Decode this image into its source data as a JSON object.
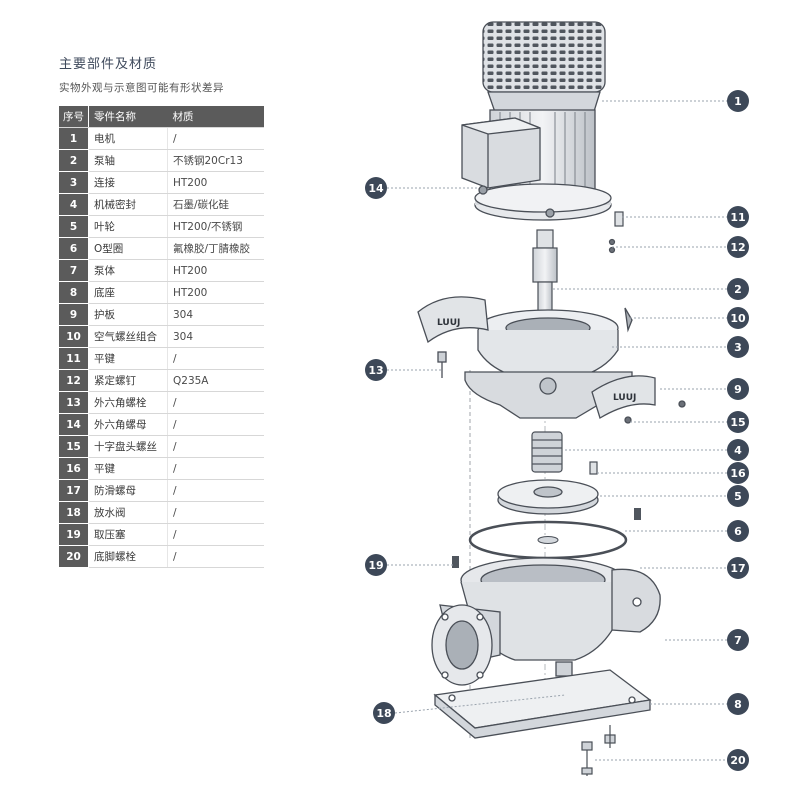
{
  "title": "主要部件及材质",
  "subtitle": "实物外观与示意图可能有形状差异",
  "table": {
    "headers": [
      "序号",
      "零件名称",
      "材质"
    ],
    "rows": [
      {
        "no": "1",
        "name": "电机",
        "material": "/"
      },
      {
        "no": "2",
        "name": "泵轴",
        "material": "不锈钢20Cr13"
      },
      {
        "no": "3",
        "name": "连接",
        "material": "HT200"
      },
      {
        "no": "4",
        "name": "机械密封",
        "material": "石墨/碳化硅"
      },
      {
        "no": "5",
        "name": "叶轮",
        "material": "HT200/不锈钢"
      },
      {
        "no": "6",
        "name": "O型圈",
        "material": "氟橡胶/丁腈橡胶"
      },
      {
        "no": "7",
        "name": "泵体",
        "material": "HT200"
      },
      {
        "no": "8",
        "name": "底座",
        "material": "HT200"
      },
      {
        "no": "9",
        "name": "护板",
        "material": "304"
      },
      {
        "no": "10",
        "name": "空气螺丝组合",
        "material": "304"
      },
      {
        "no": "11",
        "name": "平键",
        "material": "/"
      },
      {
        "no": "12",
        "name": "紧定螺钉",
        "material": "Q235A"
      },
      {
        "no": "13",
        "name": "外六角螺栓",
        "material": "/"
      },
      {
        "no": "14",
        "name": "外六角螺母",
        "material": "/"
      },
      {
        "no": "15",
        "name": "十字盘头螺丝",
        "material": "/"
      },
      {
        "no": "16",
        "name": "平键",
        "material": "/"
      },
      {
        "no": "17",
        "name": "防滑螺母",
        "material": "/"
      },
      {
        "no": "18",
        "name": "放水阀",
        "material": "/"
      },
      {
        "no": "19",
        "name": "取压塞",
        "material": "/"
      },
      {
        "no": "20",
        "name": "底脚螺栓",
        "material": "/"
      }
    ]
  },
  "callouts": {
    "right": [
      "1",
      "11",
      "12",
      "2",
      "10",
      "3",
      "9",
      "15",
      "4",
      "16",
      "5",
      "6",
      "17",
      "7",
      "8",
      "20"
    ],
    "left": [
      "14",
      "13",
      "19",
      "18"
    ]
  },
  "guard_logo_text": "LUUJ",
  "colors": {
    "header_bg": "#5b5b5b",
    "callout_bg": "#3d4858",
    "line": "#9aa3ad",
    "part_fill": "#e8eaed",
    "part_stroke": "#4a4f57"
  }
}
